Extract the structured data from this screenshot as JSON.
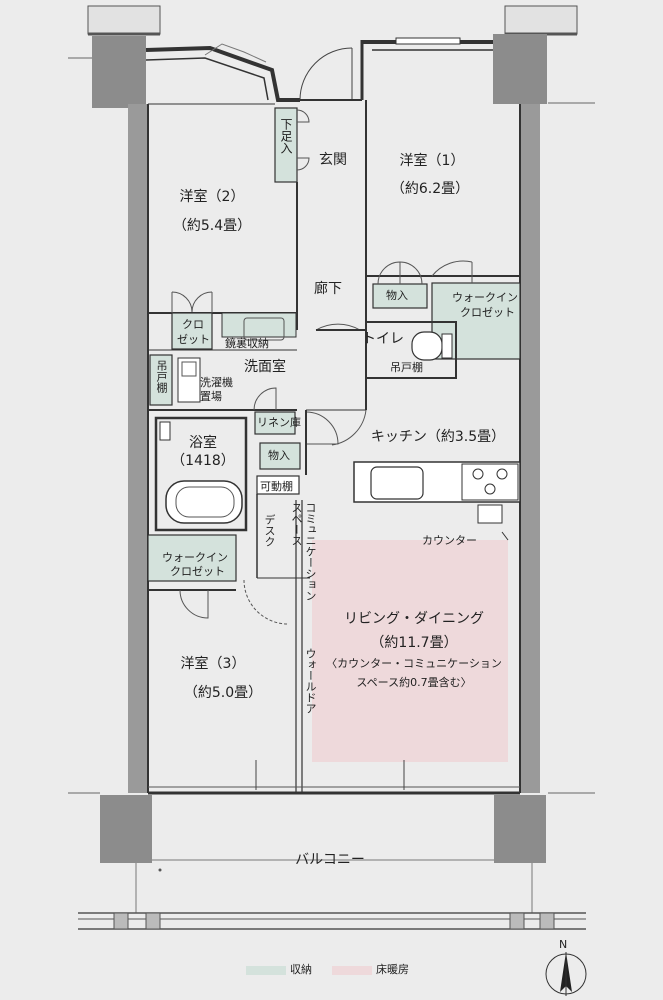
{
  "rooms": {
    "western1_name": "洋室（1）",
    "western1_size": "（約6.2畳）",
    "western2_name": "洋室（2）",
    "western2_size": "（約5.4畳）",
    "western3_name": "洋室（3）",
    "western3_size": "（約5.0畳）",
    "entrance": "玄関",
    "hallway": "廊下",
    "toilet": "トイレ",
    "washroom": "洗面室",
    "bath_name": "浴室",
    "bath_size": "（1418）",
    "kitchen": "キッチン（約3.5畳）",
    "living_name": "リビング・ダイニング",
    "living_size": "（約11.7畳）",
    "living_note1": "〈カウンター・コミュニケーション",
    "living_note2": "スペース約0.7畳含む〉",
    "balcony": "バルコニー"
  },
  "storage": {
    "shoe_box": "下足入",
    "storage1": "物入",
    "storage2": "物入",
    "wic1_line1": "ウォークイン",
    "wic1_line2": "クロゼット",
    "wic2_line1": "ウォークイン",
    "wic2_line2": "クロゼット",
    "closet_line1": "クロ",
    "closet_line2": "ゼット",
    "mirror_storage": "鏡裏収納",
    "hanging_shelf": "吊戸棚",
    "hanging_shelf_v": "吊戸棚",
    "washer1": "洗濯機",
    "washer2": "置場",
    "linen": "リネン庫",
    "movable_shelf": "可動棚"
  },
  "features": {
    "counter": "カウンター",
    "desk": "デスク",
    "comm_space_1": "コミュニケーション",
    "comm_space_2": "スペース",
    "wall_door": "ウォールドア"
  },
  "legend": {
    "storage": "収納",
    "floor_heating": "床暖房",
    "north": "N"
  },
  "colors": {
    "storage_fill": "#d4e2dc",
    "floor_heating_fill": "#eed9db",
    "structure_fill": "#8c8c8c",
    "wall": "#3a3a3a",
    "background": "#ececec"
  }
}
